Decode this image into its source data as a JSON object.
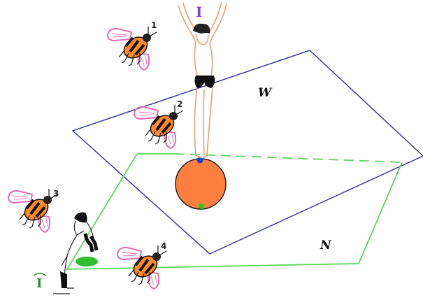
{
  "planes": {
    "w_label": "W",
    "n_label": "N"
  },
  "figures": {
    "standing_label": "I",
    "seated_label": "I",
    "standing_label_color": "#8a3cd6",
    "seated_label_color": "#2e8b2e"
  },
  "bees": [
    {
      "number": "1"
    },
    {
      "number": "2"
    },
    {
      "number": "3"
    },
    {
      "number": "4"
    }
  ],
  "colors": {
    "plane_w": "#3a3aa0",
    "plane_n": "#5cd65c",
    "sphere_fill": "#ff7f3f",
    "top_point": "#1a3fd6",
    "bottom_point": "#22cc22",
    "bee_wing": "#e66bb4",
    "bee_body": "#ff8a2a",
    "figure_outline": "#e8a070"
  }
}
